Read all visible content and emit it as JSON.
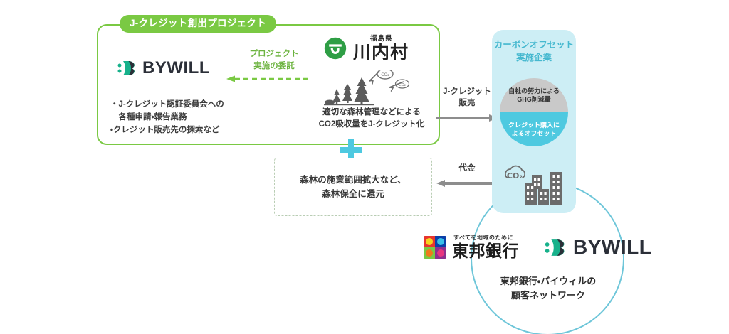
{
  "diagram": {
    "title_badge": "J-クレジット創出プロジェクト",
    "left_block": {
      "company_logo": {
        "mark": "bywill-logo-icon",
        "name": "BYWILL"
      },
      "bullets": "・J-クレジット認証委員会への\n　各種申請・報告業務\n・クレジット販売先の探索など"
    },
    "delegation": {
      "label": "プロジェクト\n実施の委託",
      "arrow": "dashed-left-arrow",
      "color": "#6cb33f"
    },
    "village_block": {
      "logo_mark": "kawauchi-village-emblem-icon",
      "prefecture": "福島県",
      "name": "川内村",
      "illustration": "forest-trees-co2-icon",
      "caption": "適切な森林管理などによる\nCO2吸収量をJ-クレジット化"
    },
    "plus": {
      "icon": "plus-icon",
      "color": "#4ec9e0"
    },
    "return_box": {
      "text": "森林の施業範囲拡大など、\n森林保全に還元",
      "border": "dashed"
    },
    "flows": [
      {
        "label": "J-クレジット\n販売",
        "direction": "right",
        "color": "#8d8d8d"
      },
      {
        "label": "代金",
        "direction": "left",
        "color": "#8d8d8d"
      }
    ],
    "company_panel": {
      "title": "カーボンオフセット\n実施企業",
      "panel_color": "#cdeef5",
      "title_color": "#45b8cf",
      "circle": {
        "top_label": "自社の努力による\nGHG削減量",
        "top_color": "#c9c9c9",
        "bottom_label": "クレジット購入に\nよるオフセット",
        "bottom_color": "#4ec9e0"
      },
      "illustration": "city-buildings-co2-icon",
      "co2_label": "CO₂"
    },
    "network": {
      "circle_color": "#6ec6d9",
      "bank_logo": {
        "mark": "toho-bank-mosaic-icon",
        "tagline": "すべてを地域のために",
        "name": "東邦銀行"
      },
      "partner_logo": {
        "mark": "bywill-logo-icon",
        "name": "BYWILL"
      },
      "caption": "東邦銀行・バイウィルの\n顧客ネットワーク"
    }
  }
}
